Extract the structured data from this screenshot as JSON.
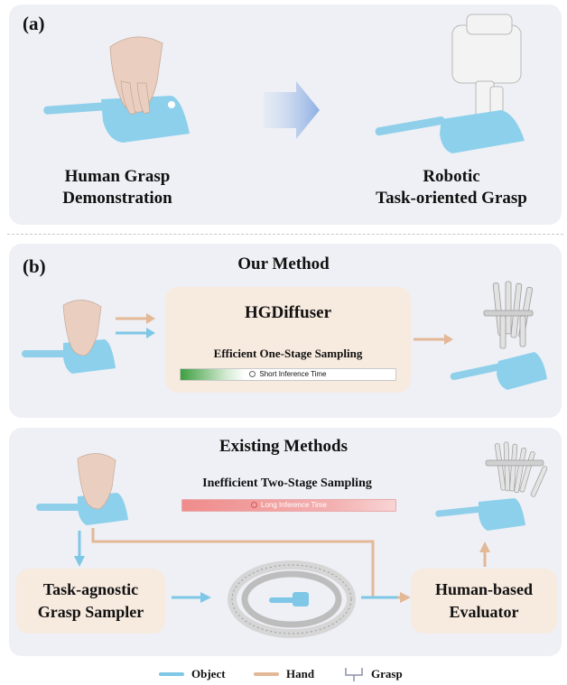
{
  "panel_a": {
    "tag": "(a)",
    "left_caption_line1": "Human Grasp",
    "left_caption_line2": "Demonstration",
    "right_caption_line1": "Robotic",
    "right_caption_line2": "Task-oriented Grasp"
  },
  "panel_b": {
    "tag": "(b)",
    "ours": {
      "title": "Our Method",
      "box_title": "HGDiffuser",
      "box_subtitle": "Efficient One-Stage Sampling",
      "time_label": "Short Inference Time"
    },
    "existing": {
      "title": "Existing Methods",
      "subtitle": "Inefficient Two-Stage Sampling",
      "time_label": "Long Inference Time",
      "sampler_line1": "Task-agnostic",
      "sampler_line2": "Grasp Sampler",
      "evaluator_line1": "Human-based",
      "evaluator_line2": "Evaluator"
    }
  },
  "legend": {
    "object": "Object",
    "hand": "Hand",
    "grasp": "Grasp"
  },
  "colors": {
    "object": "#7fc7e6",
    "hand": "#e3b896",
    "panel": "#eef0f5",
    "method_box": "#f7eadf",
    "short_bar": "#3f9f3f",
    "long_bar": "#ef8c8c"
  }
}
